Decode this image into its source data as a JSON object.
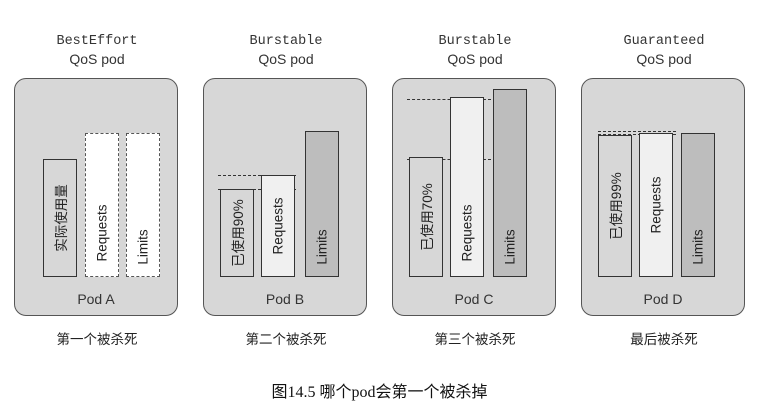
{
  "pods": [
    {
      "qos_class": "BestEffort",
      "qos_label": "QoS pod",
      "usage_label": "实际使用量",
      "requests_label": "Requests",
      "limits_label": "Limits",
      "pod_name": "Pod A",
      "kill_order": "第一个被杀死"
    },
    {
      "qos_class": "Burstable",
      "qos_label": "QoS pod",
      "usage_label": "已使用90%",
      "requests_label": "Requests",
      "limits_label": "Limits",
      "pod_name": "Pod B",
      "kill_order": "第二个被杀死"
    },
    {
      "qos_class": "Burstable",
      "qos_label": "QoS pod",
      "usage_label": "已使用70%",
      "requests_label": "Requests",
      "limits_label": "Limits",
      "pod_name": "Pod C",
      "kill_order": "第三个被杀死"
    },
    {
      "qos_class": "Guaranteed",
      "qos_label": "QoS pod",
      "usage_label": "已使用99%",
      "requests_label": "Requests",
      "limits_label": "Limits",
      "pod_name": "Pod D",
      "kill_order": "最后被杀死"
    }
  ],
  "caption": "图14.5 哪个pod会第一个被杀掉"
}
